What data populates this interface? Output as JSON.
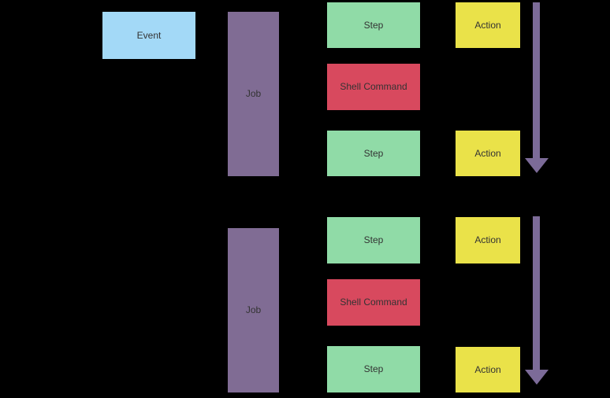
{
  "diagram": {
    "background": "#000000",
    "colors": {
      "event": "#A3D9F7",
      "job": "#806C94",
      "step": "#90DBA7",
      "shell_command": "#D8495E",
      "action": "#EAE249",
      "arrow": "#7C6B98",
      "text": "#333333",
      "background": "#000000"
    },
    "event_label": "Event",
    "runs": [
      {
        "job": "Job",
        "steps": [
          "Step",
          "Shell Command",
          "Step"
        ],
        "actions": [
          "Action",
          "Action"
        ]
      },
      {
        "job": "Job",
        "steps": [
          "Step",
          "Shell Command",
          "Step"
        ],
        "actions": [
          "Action",
          "Action"
        ]
      }
    ]
  }
}
